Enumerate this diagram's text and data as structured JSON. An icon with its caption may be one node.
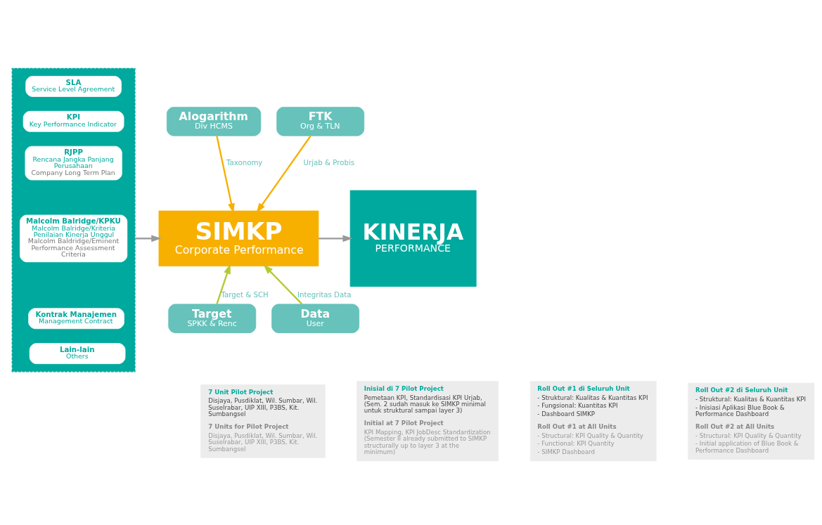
{
  "diagram": {
    "nodes": [
      {
        "text": [],
        "shape": "box"
      },
      {
        "text": [
          "SLA",
          "Service Level Agreement"
        ],
        "in": 0
      },
      {
        "text": [
          "KPI",
          "Key Performance Indicator"
        ],
        "in": 0
      },
      {
        "text": [
          "RJPP",
          "Rencana Jangka Panjang Perusahaan",
          "Company Long Term Plan"
        ],
        "in": 0
      },
      {
        "text": [
          "Malcolm Balridge/KPKU",
          "Malcolm Balridge/Kriteria Penilaian Kinerja Unggul",
          "Malcolm Baldridge/Eminent Performance Assessment Criteria"
        ],
        "in": 0
      },
      {
        "text": [
          "Kontrak Manajemen",
          "Management Contract"
        ],
        "in": 0
      },
      {
        "text": [
          "Lain-lain",
          "Others"
        ],
        "in": 0
      },
      {
        "text": [
          "Alogarithm",
          "Div HCMS"
        ]
      },
      {
        "text": [
          "FTK",
          "Org & TLN"
        ]
      },
      {
        "text": [
          "SIMKP",
          "Corporate Performance"
        ]
      },
      {
        "text": [
          "Target",
          "SPKK & Renc"
        ]
      },
      {
        "text": [
          "Data",
          "User"
        ]
      },
      {
        "text": [
          "KINERJA",
          "PERFORMANCE"
        ]
      },
      {
        "text": [
          "7 Unit Pilot Project",
          "Disjaya, Pusdiklat, Wil. Sumbar, Wil. Suselrabar, UIP XIII, P3BS, Kit. Sumbangsel",
          "7 Units for Pilot Project",
          "Disjaya, Pusdiklat, Wil. Sumbar, Wil. Suselrabar, UIP XIII, P3BS, Kit. Sumbangsel"
        ]
      },
      {
        "text": [
          "Inisial di 7 Pilot Project",
          "Pemetaan KPI, Standardisasi KPI Urjab, (Sem. 2 sudah masuk ke SIMKP minimal untuk struktural sampai layer 3)",
          "Initial at 7 Pilot Project",
          "KPI Mapping, KPI JobDesc Standardization (Semester II already submitted to SIMKP structurally up to layer 3 at the minimum)"
        ]
      },
      {
        "text": [
          "Roll Out #1 di Seluruh Unit",
          "- Struktural: Kualitas & Kuantitas KPI",
          "- Fungsional: Kuantitas KPI",
          "- Dashboard SIMKP",
          "Roll Out #1 at All Units",
          "- Structural: KPI Quality & Quantity",
          "- Functional: KPI Quantity",
          "- SIMKP Dashboard"
        ]
      },
      {
        "text": [
          "Roll Out #2 di Seluruh Unit",
          "- Struktural: Kualitas & Kuantitas KPI",
          "- Inisiasi Aplikasi Blue Book & Performance Dashboard",
          "Roll Out #2 at All Units",
          "- Structural: KPI Quality & Quantity",
          "- Initial application of Blue Book & Performance Dashboard"
        ]
      }
    ],
    "edges": [
      {
        "from": 0,
        "to": 9,
        "arrow": "to"
      },
      {
        "from": 7,
        "to": 9,
        "arrow": "to",
        "label": "Taxonomy",
        "color": "#f7b000"
      },
      {
        "from": 8,
        "to": 9,
        "arrow": "to",
        "label": "Urjab & Probis",
        "color": "#f7b000"
      },
      {
        "from": 10,
        "to": 9,
        "arrow": "to",
        "label": "Target & SCH",
        "color": "#b5c92f"
      },
      {
        "from": 11,
        "to": 9,
        "arrow": "to",
        "label": "Integritas Data",
        "color": "#b5c92f"
      },
      {
        "from": 9,
        "to": 12,
        "arrow": "to"
      }
    ]
  }
}
